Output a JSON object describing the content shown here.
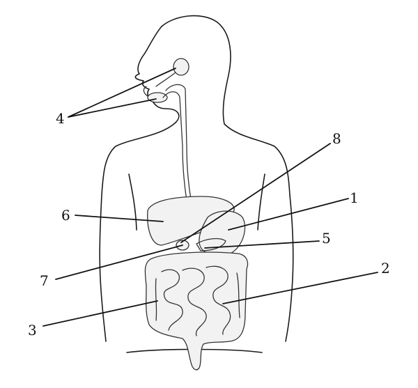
{
  "labels": {
    "l1": "1",
    "l2": "2",
    "l3": "3",
    "l4": "4",
    "l5": "5",
    "l6": "6",
    "l7": "7",
    "l8": "8"
  },
  "colors": {
    "line": "#111111",
    "organ_fill": "#f2f2f2",
    "background": "#ffffff"
  }
}
